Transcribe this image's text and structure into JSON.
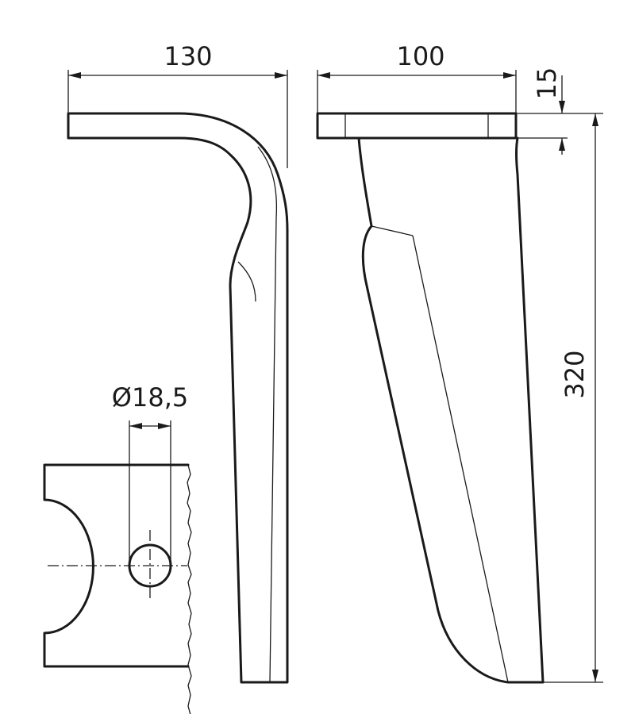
{
  "dimensions": {
    "width_side": "130",
    "width_front": "100",
    "thickness": "15",
    "height": "320",
    "hole_diameter": "Ø18,5"
  },
  "colors": {
    "line": "#1a1a1a",
    "background": "#ffffff"
  }
}
